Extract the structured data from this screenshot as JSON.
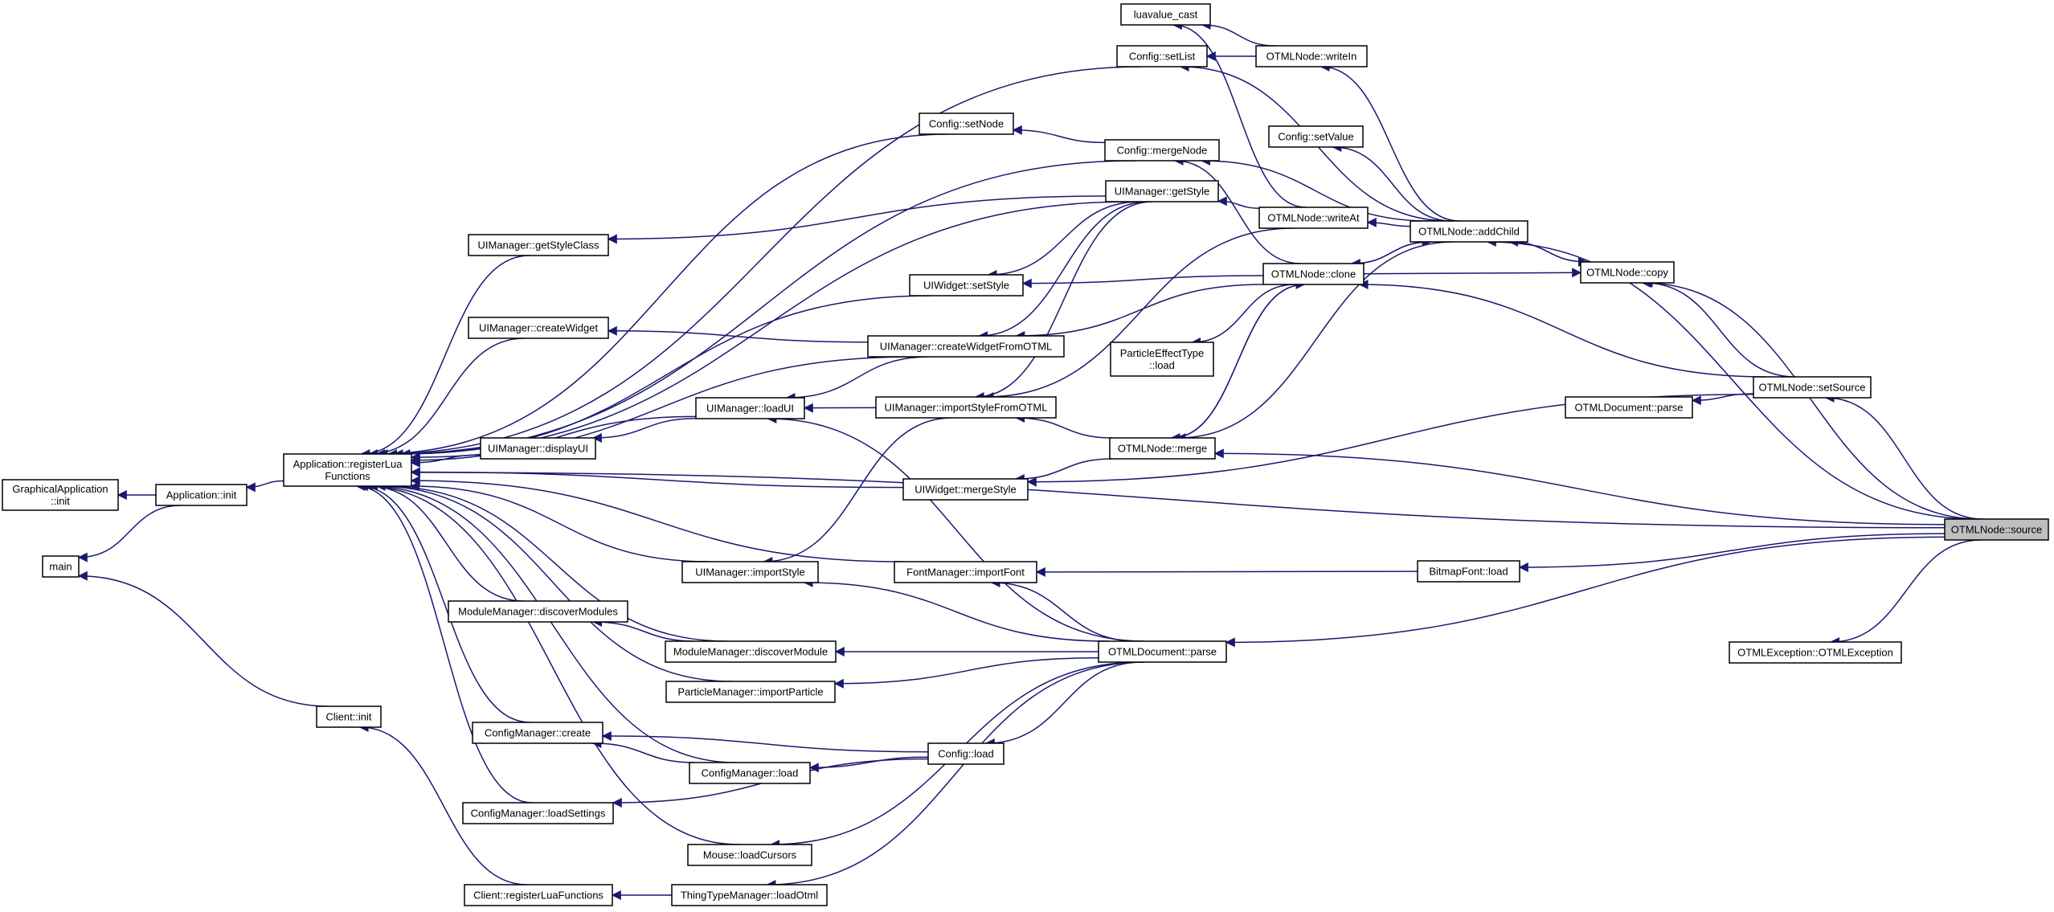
{
  "graph": {
    "description": "",
    "nodes": [
      {
        "id": "graphical_init",
        "lines": [
          "GraphicalApplication",
          "::init"
        ]
      },
      {
        "id": "app_init",
        "lines": [
          "Application::init"
        ]
      },
      {
        "id": "main",
        "lines": [
          "main"
        ]
      },
      {
        "id": "client_init",
        "lines": [
          "Client::init"
        ]
      },
      {
        "id": "app_reglua",
        "lines": [
          "Application::registerLua",
          "Functions"
        ]
      },
      {
        "id": "client_reglua",
        "lines": [
          "Client::registerLuaFunctions"
        ]
      },
      {
        "id": "ui_getstyleclass",
        "lines": [
          "UIManager::getStyleClass"
        ]
      },
      {
        "id": "ui_createwidget",
        "lines": [
          "UIManager::createWidget"
        ]
      },
      {
        "id": "ui_displayui",
        "lines": [
          "UIManager::displayUI"
        ]
      },
      {
        "id": "mm_discovermodules",
        "lines": [
          "ModuleManager::discoverModules"
        ]
      },
      {
        "id": "cm_create",
        "lines": [
          "ConfigManager::create"
        ]
      },
      {
        "id": "cm_loadsettings",
        "lines": [
          "ConfigManager::loadSettings"
        ]
      },
      {
        "id": "ui_loadui",
        "lines": [
          "UIManager::loadUI"
        ]
      },
      {
        "id": "ui_importstyle",
        "lines": [
          "UIManager::importStyle"
        ]
      },
      {
        "id": "mm_discovermodule",
        "lines": [
          "ModuleManager::discoverModule"
        ]
      },
      {
        "id": "pm_importparticle",
        "lines": [
          "ParticleManager::importParticle"
        ]
      },
      {
        "id": "cm_load",
        "lines": [
          "ConfigManager::load"
        ]
      },
      {
        "id": "mouse_loadcursors",
        "lines": [
          "Mouse::loadCursors"
        ]
      },
      {
        "id": "ttm_loadotml",
        "lines": [
          "ThingTypeManager::loadOtml"
        ]
      },
      {
        "id": "config_setnode",
        "lines": [
          "Config::setNode"
        ]
      },
      {
        "id": "uiw_setstyle",
        "lines": [
          "UIWidget::setStyle"
        ]
      },
      {
        "id": "ui_createwidgetfromotml",
        "lines": [
          "UIManager::createWidgetFromOTML"
        ]
      },
      {
        "id": "ui_importstylefromotml",
        "lines": [
          "UIManager::importStyleFromOTML"
        ]
      },
      {
        "id": "uiw_mergestyle",
        "lines": [
          "UIWidget::mergeStyle"
        ]
      },
      {
        "id": "fm_importfont",
        "lines": [
          "FontManager::importFont"
        ]
      },
      {
        "id": "config_load",
        "lines": [
          "Config::load"
        ]
      },
      {
        "id": "luavalue_cast",
        "lines": [
          "luavalue_cast"
        ]
      },
      {
        "id": "config_setlist",
        "lines": [
          "Config::setList"
        ]
      },
      {
        "id": "config_mergenode",
        "lines": [
          "Config::mergeNode"
        ]
      },
      {
        "id": "ui_getstyle",
        "lines": [
          "UIManager::getStyle"
        ]
      },
      {
        "id": "pet_load",
        "lines": [
          "ParticleEffectType",
          "::load"
        ]
      },
      {
        "id": "otml_merge",
        "lines": [
          "OTMLNode::merge"
        ]
      },
      {
        "id": "otmldoc_parse_main",
        "lines": [
          "OTMLDocument::parse"
        ]
      },
      {
        "id": "otml_writein",
        "lines": [
          "OTMLNode::writeIn"
        ]
      },
      {
        "id": "config_setvalue",
        "lines": [
          "Config::setValue"
        ]
      },
      {
        "id": "otml_writeat",
        "lines": [
          "OTMLNode::writeAt"
        ]
      },
      {
        "id": "otml_clone",
        "lines": [
          "OTMLNode::clone"
        ]
      },
      {
        "id": "otml_addchild",
        "lines": [
          "OTMLNode::addChild"
        ]
      },
      {
        "id": "bitmapfont_load",
        "lines": [
          "BitmapFont::load"
        ]
      },
      {
        "id": "otml_copy",
        "lines": [
          "OTMLNode::copy"
        ]
      },
      {
        "id": "otmldoc_parse_right",
        "lines": [
          "OTMLDocument::parse"
        ]
      },
      {
        "id": "otml_setsource",
        "lines": [
          "OTMLNode::setSource"
        ]
      },
      {
        "id": "otml_source",
        "lines": [
          "OTMLNode::source"
        ]
      },
      {
        "id": "otmlexception",
        "lines": [
          "OTMLException::OTMLException"
        ]
      }
    ],
    "edges": [
      [
        "graphical_init",
        "app_init"
      ],
      [
        "main",
        "app_init"
      ],
      [
        "main",
        "client_init"
      ],
      [
        "app_init",
        "app_reglua"
      ],
      [
        "client_init",
        "client_reglua"
      ],
      [
        "app_reglua",
        "config_setlist"
      ],
      [
        "app_reglua",
        "config_setnode"
      ],
      [
        "app_reglua",
        "config_mergenode"
      ],
      [
        "app_reglua",
        "ui_getstyle"
      ],
      [
        "app_reglua",
        "ui_getstyleclass"
      ],
      [
        "app_reglua",
        "uiw_setstyle"
      ],
      [
        "app_reglua",
        "ui_createwidget"
      ],
      [
        "app_reglua",
        "ui_createwidgetfromotml"
      ],
      [
        "app_reglua",
        "ui_loadui"
      ],
      [
        "app_reglua",
        "ui_displayui"
      ],
      [
        "app_reglua",
        "uiw_mergestyle"
      ],
      [
        "app_reglua",
        "fm_importfont"
      ],
      [
        "app_reglua",
        "ui_importstyle"
      ],
      [
        "app_reglua",
        "mm_discovermodules"
      ],
      [
        "app_reglua",
        "mm_discovermodule"
      ],
      [
        "app_reglua",
        "pm_importparticle"
      ],
      [
        "app_reglua",
        "cm_create"
      ],
      [
        "app_reglua",
        "cm_load"
      ],
      [
        "app_reglua",
        "cm_loadsettings"
      ],
      [
        "app_reglua",
        "mouse_loadcursors"
      ],
      [
        "app_reglua",
        "otml_source"
      ],
      [
        "client_reglua",
        "ttm_loadotml"
      ],
      [
        "ui_getstyleclass",
        "ui_getstyle"
      ],
      [
        "ui_createwidget",
        "ui_createwidgetfromotml"
      ],
      [
        "ui_displayui",
        "ui_loadui"
      ],
      [
        "mm_discovermodules",
        "mm_discovermodule"
      ],
      [
        "ui_loadui",
        "ui_createwidgetfromotml"
      ],
      [
        "ui_loadui",
        "ui_importstylefromotml"
      ],
      [
        "ui_loadui",
        "otmldoc_parse_main"
      ],
      [
        "ui_importstyle",
        "ui_importstylefromotml"
      ],
      [
        "ui_importstyle",
        "otmldoc_parse_main"
      ],
      [
        "mm_discovermodule",
        "otmldoc_parse_main"
      ],
      [
        "pm_importparticle",
        "otmldoc_parse_main"
      ],
      [
        "cm_create",
        "config_load"
      ],
      [
        "cm_create",
        "cm_load"
      ],
      [
        "cm_load",
        "config_load"
      ],
      [
        "cm_loadsettings",
        "config_load"
      ],
      [
        "mouse_loadcursors",
        "otmldoc_parse_main"
      ],
      [
        "ttm_loadotml",
        "otmldoc_parse_main"
      ],
      [
        "config_setnode",
        "config_mergenode"
      ],
      [
        "uiw_setstyle",
        "ui_getstyle"
      ],
      [
        "uiw_setstyle",
        "otml_clone"
      ],
      [
        "ui_createwidgetfromotml",
        "ui_getstyle"
      ],
      [
        "ui_createwidgetfromotml",
        "otml_clone"
      ],
      [
        "ui_importstylefromotml",
        "ui_getstyle"
      ],
      [
        "ui_importstylefromotml",
        "otml_writeat"
      ],
      [
        "ui_importstylefromotml",
        "otml_merge"
      ],
      [
        "uiw_mergestyle",
        "otml_merge"
      ],
      [
        "uiw_mergestyle",
        "otml_setsource"
      ],
      [
        "fm_importfont",
        "bitmapfont_load"
      ],
      [
        "fm_importfont",
        "otmldoc_parse_main"
      ],
      [
        "config_load",
        "otmldoc_parse_main"
      ],
      [
        "luavalue_cast",
        "otml_writein"
      ],
      [
        "luavalue_cast",
        "otml_writeat"
      ],
      [
        "config_setlist",
        "otml_writein"
      ],
      [
        "config_setlist",
        "otml_addchild"
      ],
      [
        "config_mergenode",
        "otml_clone"
      ],
      [
        "config_mergenode",
        "otml_addchild"
      ],
      [
        "ui_getstyle",
        "otml_writeat"
      ],
      [
        "pet_load",
        "otml_clone"
      ],
      [
        "otml_merge",
        "otml_addchild"
      ],
      [
        "otml_merge",
        "otml_clone"
      ],
      [
        "otml_merge",
        "otml_source"
      ],
      [
        "otmldoc_parse_main",
        "otml_source"
      ],
      [
        "otml_writein",
        "otml_addchild"
      ],
      [
        "config_setvalue",
        "otml_addchild"
      ],
      [
        "otml_writeat",
        "otml_addchild"
      ],
      [
        "otml_clone",
        "otml_addchild"
      ],
      [
        "otml_addchild",
        "otml_clone"
      ],
      [
        "otml_addchild",
        "otml_copy"
      ],
      [
        "otml_copy",
        "otml_addchild"
      ],
      [
        "otml_copy",
        "otml_clone"
      ],
      [
        "otml_clone",
        "otml_merge"
      ],
      [
        "otml_clone",
        "otml_setsource"
      ],
      [
        "otml_copy",
        "otml_setsource"
      ],
      [
        "otml_copy",
        "otml_source"
      ],
      [
        "otmldoc_parse_right",
        "otml_setsource"
      ],
      [
        "otml_setsource",
        "otml_source"
      ],
      [
        "bitmapfont_load",
        "otml_source"
      ],
      [
        "otml_addchild",
        "otml_source"
      ],
      [
        "otmlexception",
        "otml_source"
      ]
    ]
  }
}
